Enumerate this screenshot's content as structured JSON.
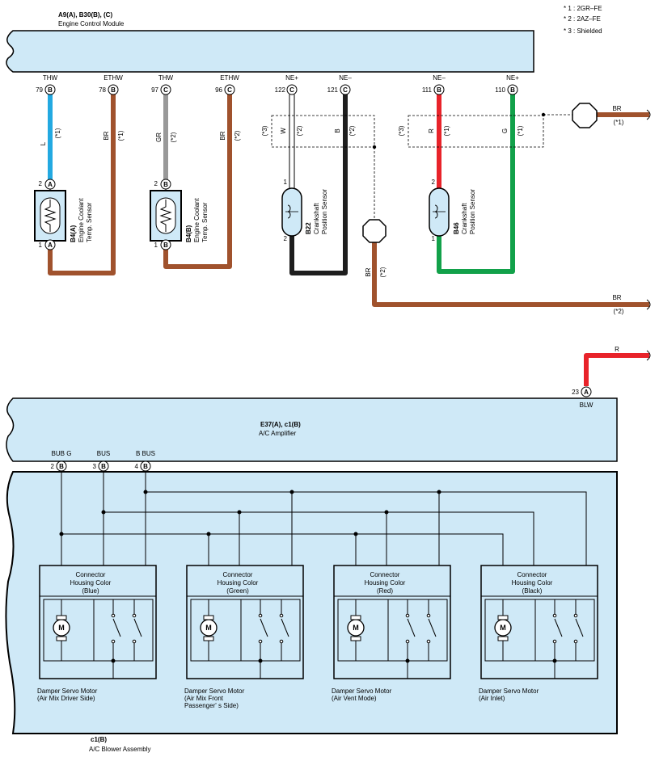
{
  "notes": [
    "* 1 : 2GR–FE",
    "* 2 : 2AZ–FE",
    "* 3 : Shielded"
  ],
  "ecm": {
    "code": "A9(A), B30(B), (C)",
    "name": "Engine Control Module"
  },
  "ecm_pins": [
    {
      "label": "THW",
      "num": "79",
      "conn": "B"
    },
    {
      "label": "ETHW",
      "num": "78",
      "conn": "B"
    },
    {
      "label": "THW",
      "num": "97",
      "conn": "C"
    },
    {
      "label": "ETHW",
      "num": "96",
      "conn": "C"
    },
    {
      "label": "NE+",
      "num": "122",
      "conn": "C"
    },
    {
      "label": "NE–",
      "num": "121",
      "conn": "C"
    },
    {
      "label": "NE–",
      "num": "111",
      "conn": "B"
    },
    {
      "label": "NE+",
      "num": "110",
      "conn": "B"
    }
  ],
  "wires": [
    {
      "color": "L",
      "note": "(*1)"
    },
    {
      "color": "BR",
      "note": "(*1)"
    },
    {
      "color": "GR",
      "note": "(*2)"
    },
    {
      "color": "BR",
      "note": "(*2)"
    },
    {
      "color": "W",
      "note": "(*2)"
    },
    {
      "color": "B",
      "note": "(*2)"
    },
    {
      "color": "R",
      "note": "(*1)"
    },
    {
      "color": "G",
      "note": "(*1)"
    }
  ],
  "shield_note": "(*3)",
  "sensors": {
    "ect_a": {
      "code": "B4(A)",
      "line1": "Engine Coolant",
      "line2": "Temp.  Sensor",
      "pin_top": "2",
      "pin_bot": "1",
      "conn": "A"
    },
    "ect_b": {
      "code": "B4(B)",
      "line1": "Engine Coolant",
      "line2": "Temp.  Sensor",
      "pin_top": "2",
      "pin_bot": "1",
      "conn": "B"
    },
    "ckp_b22": {
      "code": "B22",
      "line1": "Crankshaft",
      "line2": "Position Sensor",
      "pin_top": "1",
      "pin_bot": "2"
    },
    "ckp_b46": {
      "code": "B46",
      "line1": "Crankshaft",
      "line2": "Position Sensor",
      "pin_top": "2",
      "pin_bot": "1"
    }
  },
  "ground_wires": {
    "top_right": {
      "color": "BR",
      "note": "(*1)"
    },
    "mid_drop": {
      "color": "BR",
      "note": "(*2)"
    },
    "bottom_right": {
      "color": "BR",
      "note": "(*2)"
    }
  },
  "power_wire": {
    "color": "R"
  },
  "amp": {
    "code": "E37(A), c1(B)",
    "name": "A/C Amplifier"
  },
  "amp_blw": {
    "num": "23",
    "conn": "A",
    "label": "BLW"
  },
  "amp_pins": [
    {
      "label": "BUB G",
      "num": "2",
      "conn": "B"
    },
    {
      "label": "BUS",
      "num": "3",
      "conn": "B"
    },
    {
      "label": "B BUS",
      "num": "4",
      "conn": "B"
    }
  ],
  "motors": [
    {
      "h1": "Connector",
      "h2": "Housing Color",
      "h3": "(Blue)",
      "n1": "Damper Servo Motor",
      "n2": "(Air Mix Driver Side)",
      "n3": ""
    },
    {
      "h1": "Connector",
      "h2": "Housing Color",
      "h3": "(Green)",
      "n1": "Damper Servo Motor",
      "n2": "(Air Mix Front",
      "n3": " Passenger' s Side)"
    },
    {
      "h1": "Connector",
      "h2": "Housing Color",
      "h3": "(Red)",
      "n1": "Damper Servo Motor",
      "n2": "(Air Vent Mode)",
      "n3": ""
    },
    {
      "h1": "Connector",
      "h2": "Housing Color",
      "h3": "(Black)",
      "n1": "Damper Servo Motor",
      "n2": "(Air Inlet)",
      "n3": ""
    }
  ],
  "motor_symbol": "M",
  "blower": {
    "code": "c1(B)",
    "name": "A/C Blower Assembly"
  },
  "colors": {
    "panel": "#cfe9f7",
    "blue": "#23a9e1",
    "brown": "#a0522d",
    "gray": "#999999",
    "black": "#1e1e1e",
    "red": "#e8232a",
    "green": "#12a14a"
  }
}
